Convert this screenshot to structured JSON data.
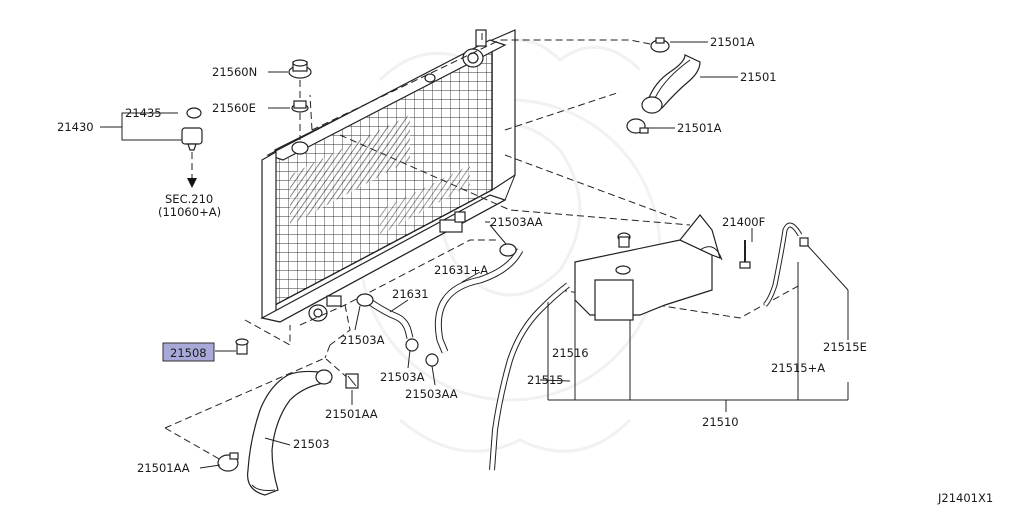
{
  "diagram_code": "J21401X1",
  "sec_ref": {
    "line1": "SEC.210",
    "line2": "(11060+A)"
  },
  "highlighted_part": "21508",
  "part_labels": {
    "p21501A_top": "21501A",
    "p21501": "21501",
    "p21501A_mid": "21501A",
    "p21560N": "21560N",
    "p21560E": "21560E",
    "p21435": "21435",
    "p21430": "21430",
    "p21503AA_top": "21503AA",
    "p21400F": "21400F",
    "p21631A": "21631+A",
    "p21631": "21631",
    "p21503A_left": "21503A",
    "p21508": "21508",
    "p21503A_mid": "21503A",
    "p21503AA_bot": "21503AA",
    "p21516": "21516",
    "p21515": "21515",
    "p21515A": "21515+A",
    "p21515E": "21515E",
    "p21501AA_mid": "21501AA",
    "p21503": "21503",
    "p21501AA_bot": "21501AA",
    "p21510": "21510"
  }
}
